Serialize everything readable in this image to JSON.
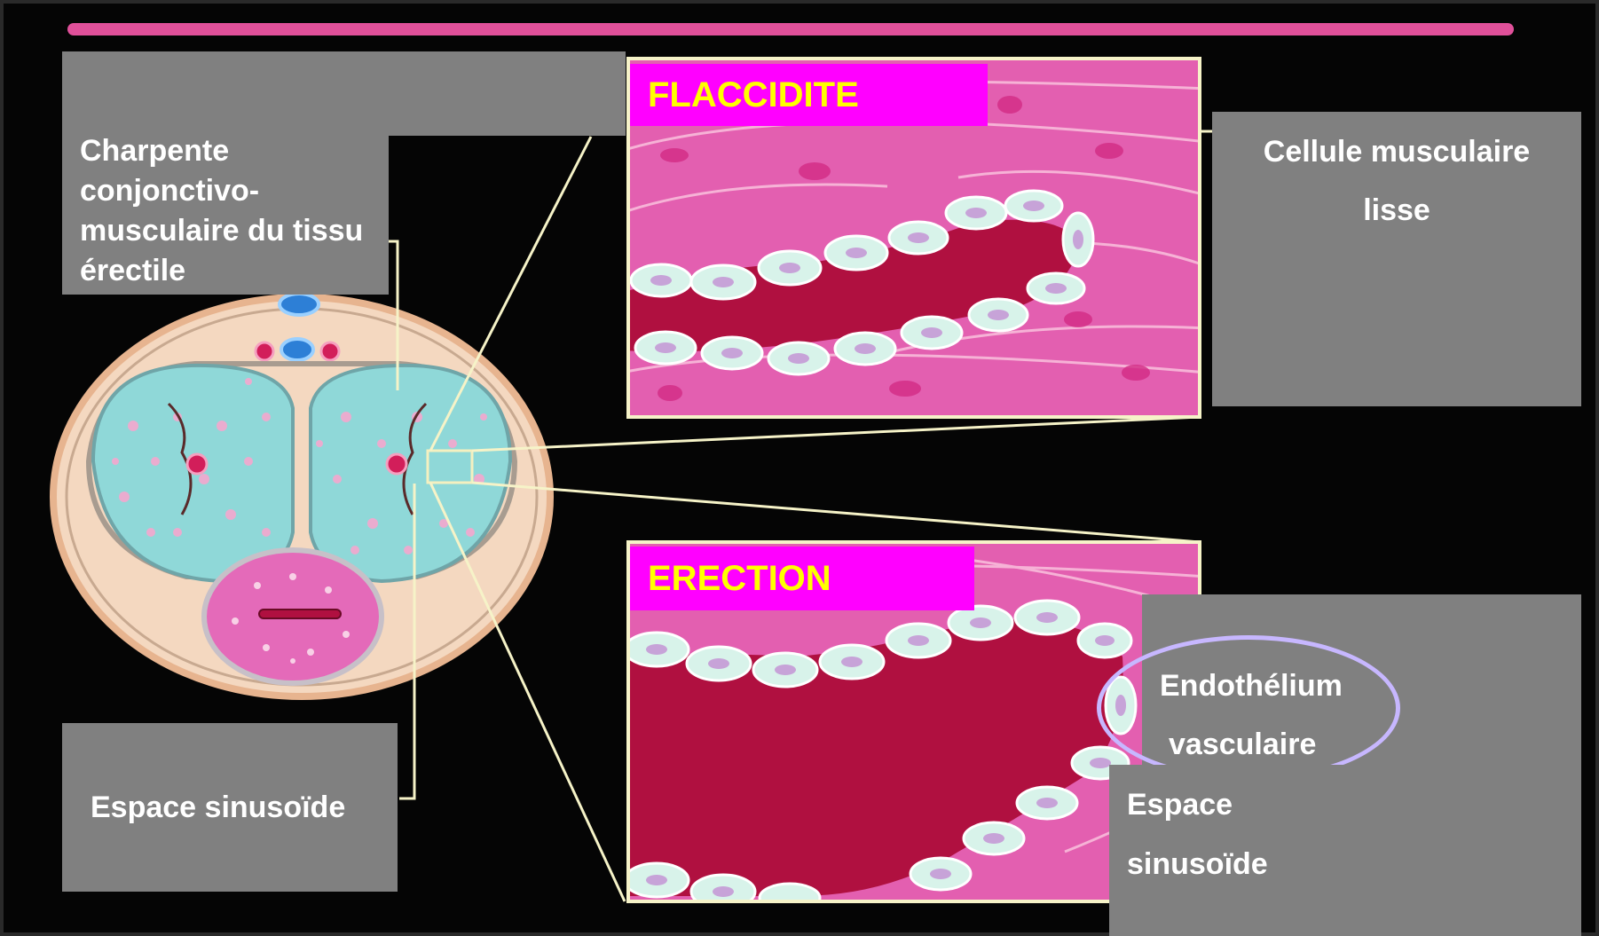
{
  "labels": {
    "framework": "Charpente conjonctivo-musculaire du tissu érectile",
    "sinusoid_left": "Espace sinusoïde",
    "muscle_cell_line1": "Cellule musculaire",
    "muscle_cell_line2": "lisse",
    "endothelium_line1": "Endothélium",
    "endothelium_line2": "vasculaire",
    "sinusoid_right_line1": "Espace",
    "sinusoid_right_line2": "sinusoïde"
  },
  "panels": {
    "top_title": "FLACCIDITE",
    "bottom_title": "ERECTION"
  },
  "colors": {
    "background": "#050505",
    "label_box": "#808080",
    "title_bg": "#ff00ff",
    "title_text": "#ffff00",
    "tissue_pink": "#e35fb0",
    "blood": "#b01040",
    "endothelium": "#d8f3ea",
    "corpus": "#8fd8d8",
    "highlight_ring": "#c7b7ff",
    "top_bar": "#e0509a"
  }
}
